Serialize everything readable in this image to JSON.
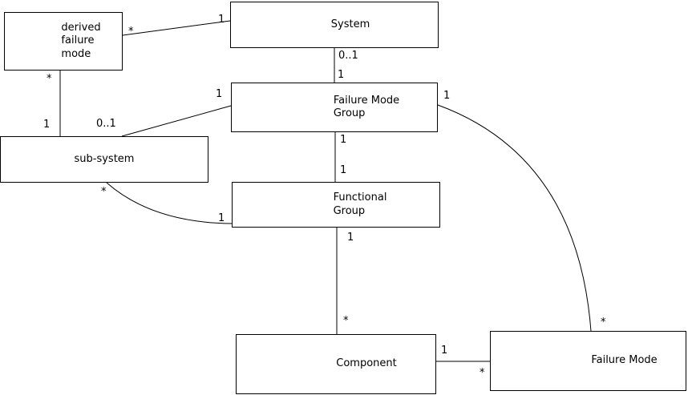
{
  "diagram": {
    "colors": {
      "stroke": "#000000",
      "background": "#ffffff"
    },
    "nodes": {
      "derived_failure_mode": {
        "label": "derived\nfailure\nmode"
      },
      "system": {
        "label": "System"
      },
      "failure_mode_group": {
        "label": "Failure Mode\nGroup"
      },
      "sub_system": {
        "label": "sub-system"
      },
      "functional_group": {
        "label": "Functional\nGroup"
      },
      "component": {
        "label": "Component"
      },
      "failure_mode": {
        "label": "Failure Mode"
      }
    },
    "edges": [
      {
        "from": "derived_failure_mode",
        "to": "system",
        "from_mult": "*",
        "to_mult": "1"
      },
      {
        "from": "system",
        "to": "failure_mode_group",
        "from_mult": "0..1",
        "to_mult": "1"
      },
      {
        "from": "derived_failure_mode",
        "to": "sub_system",
        "from_mult": "*",
        "to_mult": "1"
      },
      {
        "from": "sub_system",
        "to": "failure_mode_group",
        "from_mult": "0..1",
        "to_mult": "1"
      },
      {
        "from": "failure_mode_group",
        "to": "functional_group",
        "from_mult": "1",
        "to_mult": "1"
      },
      {
        "from": "sub_system",
        "to": "functional_group",
        "from_mult": "*",
        "to_mult": "1"
      },
      {
        "from": "functional_group",
        "to": "component",
        "from_mult": "1",
        "to_mult": "*"
      },
      {
        "from": "component",
        "to": "failure_mode",
        "from_mult": "1",
        "to_mult": "*"
      },
      {
        "from": "failure_mode_group",
        "to": "failure_mode",
        "from_mult": "1",
        "to_mult": "*"
      }
    ]
  }
}
